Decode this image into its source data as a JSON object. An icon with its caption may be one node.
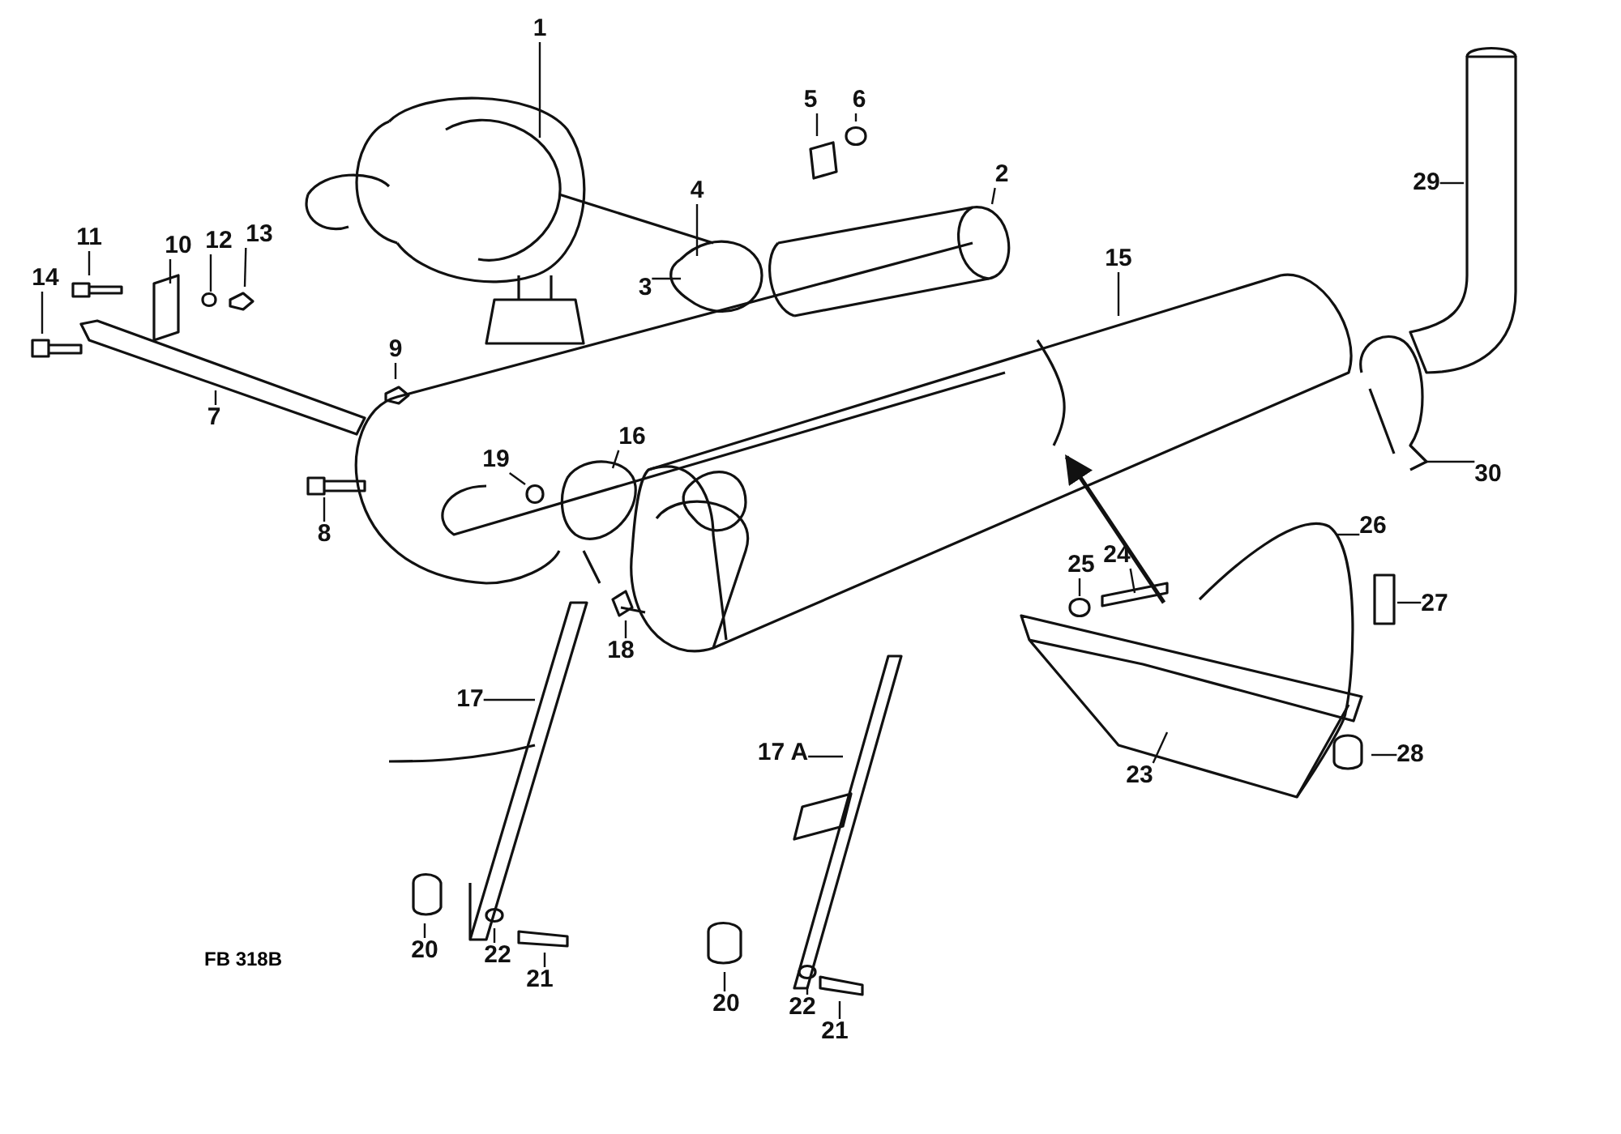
{
  "diagram": {
    "nodes": [
      {
        "text": [
          "1"
        ]
      },
      {
        "text": [
          "2"
        ]
      },
      {
        "text": [
          "3"
        ]
      },
      {
        "text": [
          "4"
        ]
      },
      {
        "text": [
          "5"
        ]
      },
      {
        "text": [
          "6"
        ]
      },
      {
        "text": [
          "7"
        ]
      },
      {
        "text": [
          "8"
        ]
      },
      {
        "text": [
          "9"
        ]
      },
      {
        "text": [
          "10"
        ]
      },
      {
        "text": [
          "11"
        ]
      },
      {
        "text": [
          "12"
        ]
      },
      {
        "text": [
          "13"
        ]
      },
      {
        "text": [
          "14"
        ]
      },
      {
        "text": [
          "15"
        ]
      },
      {
        "text": [
          "16"
        ]
      },
      {
        "text": [
          "17"
        ]
      },
      {
        "text": [
          "17 A"
        ]
      },
      {
        "text": [
          "18"
        ]
      },
      {
        "text": [
          "19"
        ]
      },
      {
        "text": [
          "20"
        ]
      },
      {
        "text": [
          "21"
        ]
      },
      {
        "text": [
          "22"
        ]
      },
      {
        "text": [
          "20"
        ]
      },
      {
        "text": [
          "21"
        ]
      },
      {
        "text": [
          "22"
        ]
      },
      {
        "text": [
          "23"
        ]
      },
      {
        "text": [
          "24"
        ]
      },
      {
        "text": [
          "25"
        ]
      },
      {
        "text": [
          "26"
        ]
      },
      {
        "text": [
          "27"
        ]
      },
      {
        "text": [
          "28"
        ]
      },
      {
        "text": [
          "29"
        ]
      },
      {
        "text": [
          "30"
        ]
      }
    ],
    "edges": [
      {
        "from": 0,
        "to": null,
        "arrow": "none"
      },
      {
        "from": 1,
        "to": null,
        "arrow": "none"
      },
      {
        "from": 2,
        "to": null,
        "arrow": "none"
      },
      {
        "from": 3,
        "to": null,
        "arrow": "none"
      },
      {
        "from": 4,
        "to": null,
        "arrow": "none"
      },
      {
        "from": 5,
        "to": null,
        "arrow": "none"
      },
      {
        "from": 6,
        "to": null,
        "arrow": "none"
      },
      {
        "from": 7,
        "to": null,
        "arrow": "none"
      },
      {
        "from": 8,
        "to": null,
        "arrow": "none"
      },
      {
        "from": 9,
        "to": null,
        "arrow": "none"
      },
      {
        "from": 10,
        "to": null,
        "arrow": "none"
      },
      {
        "from": 11,
        "to": null,
        "arrow": "none"
      },
      {
        "from": 12,
        "to": null,
        "arrow": "none"
      },
      {
        "from": 13,
        "to": null,
        "arrow": "none"
      },
      {
        "from": 14,
        "to": null,
        "arrow": "none"
      },
      {
        "from": 15,
        "to": null,
        "arrow": "none"
      },
      {
        "from": 16,
        "to": null,
        "arrow": "none"
      },
      {
        "from": 17,
        "to": null,
        "arrow": "none"
      },
      {
        "from": 18,
        "to": null,
        "arrow": "none"
      },
      {
        "from": 19,
        "to": null,
        "arrow": "none"
      },
      {
        "from": 20,
        "to": null,
        "arrow": "none"
      },
      {
        "from": 21,
        "to": null,
        "arrow": "none"
      },
      {
        "from": 22,
        "to": null,
        "arrow": "none"
      },
      {
        "from": 23,
        "to": null,
        "arrow": "none"
      },
      {
        "from": 24,
        "to": null,
        "arrow": "none"
      },
      {
        "from": 25,
        "to": null,
        "arrow": "none"
      },
      {
        "from": 26,
        "to": null,
        "arrow": "none"
      },
      {
        "from": 27,
        "to": null,
        "arrow": "none"
      },
      {
        "from": 28,
        "to": null,
        "arrow": "none"
      },
      {
        "from": 29,
        "to": null,
        "arrow": "none"
      },
      {
        "from": 30,
        "to": null,
        "arrow": "none"
      },
      {
        "from": 31,
        "to": null,
        "arrow": "none"
      },
      {
        "from": 32,
        "to": null,
        "arrow": "none"
      },
      {
        "from": 33,
        "to": null,
        "arrow": "none"
      }
    ],
    "labels": [
      "FB 318B"
    ]
  }
}
